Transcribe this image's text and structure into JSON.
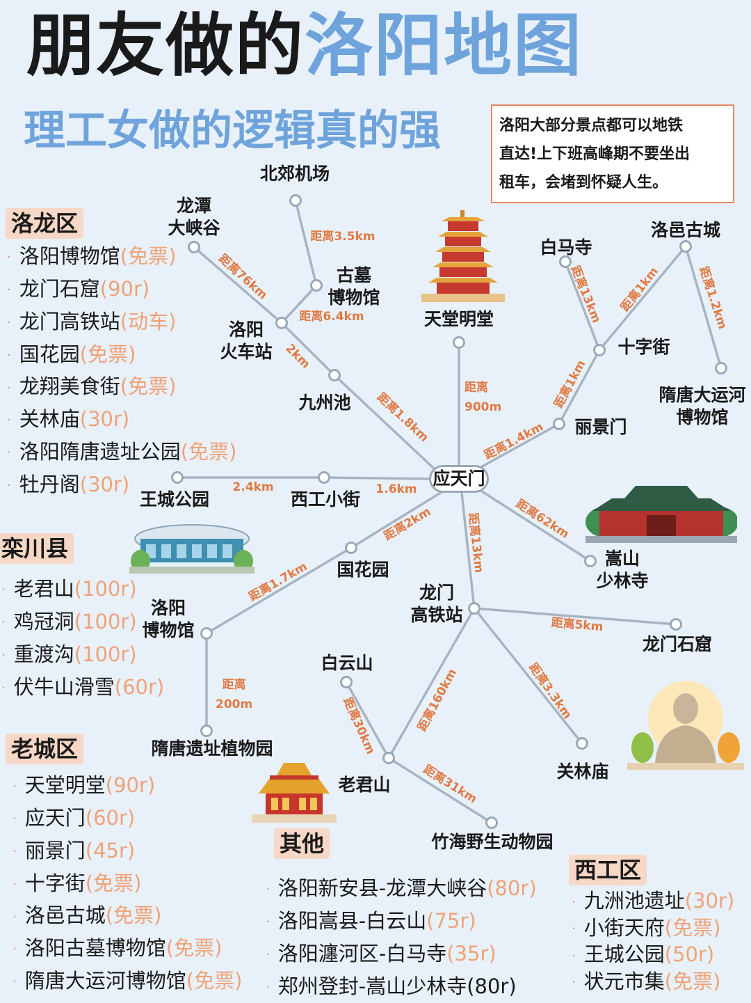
{
  "header": {
    "title_black": "朋友做的",
    "title_blue": "洛阳地图",
    "subtitle": "理工女做的逻辑真的强",
    "note_lines": [
      "洛阳大部分景点都可以地铁",
      "直达!上下班高峰期不要坐出",
      "租车，会堵到怀疑人生。"
    ]
  },
  "districts": {
    "luolong": {
      "label": "洛龙区",
      "items": [
        {
          "name": "洛阳博物馆",
          "price": "(免票)"
        },
        {
          "name": "龙门石窟",
          "price": "(90r)"
        },
        {
          "name": "龙门高铁站",
          "price": "(动车)"
        },
        {
          "name": "国花园",
          "price": "(免票)"
        },
        {
          "name": "龙翔美食街",
          "price": "(免票)"
        },
        {
          "name": "关林庙",
          "price": "(30r)"
        },
        {
          "name": "洛阳隋唐遗址公园",
          "price": "(免票)"
        },
        {
          "name": "牡丹阁",
          "price": "(30r)"
        }
      ]
    },
    "luanchuan": {
      "label": "栾川县",
      "items": [
        {
          "name": "老君山",
          "price": "(100r)"
        },
        {
          "name": "鸡冠洞",
          "price": "(100r)"
        },
        {
          "name": "重渡沟",
          "price": "(100r)"
        },
        {
          "name": "伏牛山滑雪",
          "price": "(60r)"
        }
      ]
    },
    "laocheng": {
      "label": "老城区",
      "items": [
        {
          "name": "天堂明堂",
          "price": "(90r)"
        },
        {
          "name": "应天门",
          "price": "(60r)"
        },
        {
          "name": "丽景门",
          "price": "(45r)"
        },
        {
          "name": "十字街",
          "price": "(免票)"
        },
        {
          "name": "洛邑古城",
          "price": "(免票)"
        },
        {
          "name": "洛阳古墓博物馆",
          "price": "(免票)"
        },
        {
          "name": "隋唐大运河博物馆",
          "price": "(免票)"
        }
      ]
    },
    "other": {
      "label": "其他",
      "items": [
        {
          "name": "洛阳新安县-龙潭大峡谷",
          "price": "(80r)"
        },
        {
          "name": "洛阳嵩县-白云山",
          "price": "(75r)"
        },
        {
          "name": "洛阳瀍河区-白马寺",
          "price": "(35r)"
        },
        {
          "name": "郑州登封-嵩山少林寺",
          "price": "(80r)"
        }
      ]
    },
    "xigong": {
      "label": "西工区",
      "items": [
        {
          "name": "九洲池遗址",
          "price": "(30r)"
        },
        {
          "name": "小街天府",
          "price": "(免票)"
        },
        {
          "name": "王城公园",
          "price": "(50r)"
        },
        {
          "name": "状元市集",
          "price": "(免票)"
        }
      ]
    }
  },
  "map": {
    "hub": "应天门",
    "stations": {
      "beijiao": "北郊机场",
      "longtan": "龙潭\n大峡谷",
      "gumu": "古墓\n博物馆",
      "train": "洛阳\n火车站",
      "tiantang": "天堂明堂",
      "baima": "白马寺",
      "luoyi": "洛邑古城",
      "shizi": "十字街",
      "yunhe": "隋唐大运河\n博物馆",
      "jiuzhou": "九州池",
      "lijing": "丽景门",
      "wangcheng": "王城公园",
      "xigong_st": "西工小街",
      "songshan": "嵩山\n少林寺",
      "guohua": "国花园",
      "museum": "洛阳\n博物馆",
      "longmen_hsr": "龙门\n高铁站",
      "longmen_grotto": "龙门石窟",
      "baiyun": "白云山",
      "suitang": "隋唐遗址植物园",
      "laojun": "老君山",
      "guanlin": "关林庙",
      "zhuhai": "竹海野生动物园"
    },
    "distances": {
      "beijiao_gumu": "距离3.5km",
      "longtan_train": "距离76km",
      "gumu_train": "距离6.4km",
      "train_jiuzhou": "2km",
      "tiantang_hub": "距离\n900m",
      "baima_shizi": "距离13km",
      "shizi_luoyi": "距离1km",
      "luoyi_yunhe": "距离1.2km",
      "lijing_shizi": "距离1km",
      "jiuzhou_hub": "距离1.8km",
      "hub_lijing": "距离1.4km",
      "wangcheng_xigong": "2.4km",
      "xigong_hub": "1.6km",
      "hub_songshan": "距离62km",
      "hub_guohua": "距离2km",
      "hub_longmen": "距离13km",
      "guohua_museum": "距离1.7km",
      "longmen_grotto": "距离5km",
      "museum_suitang": "距离\n200m",
      "longmen_laojun": "距离160km",
      "longmen_guanlin": "距离3.3km",
      "baiyun_laojun": "距离30km",
      "laojun_zhuhai": "距离31km"
    }
  },
  "colors": {
    "accent_blue": "#6fa3dc",
    "accent_orange": "#e07a44",
    "badge_bg": "#f7d7c6",
    "line_gray": "#9aa8b8",
    "background": "#e8f1fa"
  }
}
